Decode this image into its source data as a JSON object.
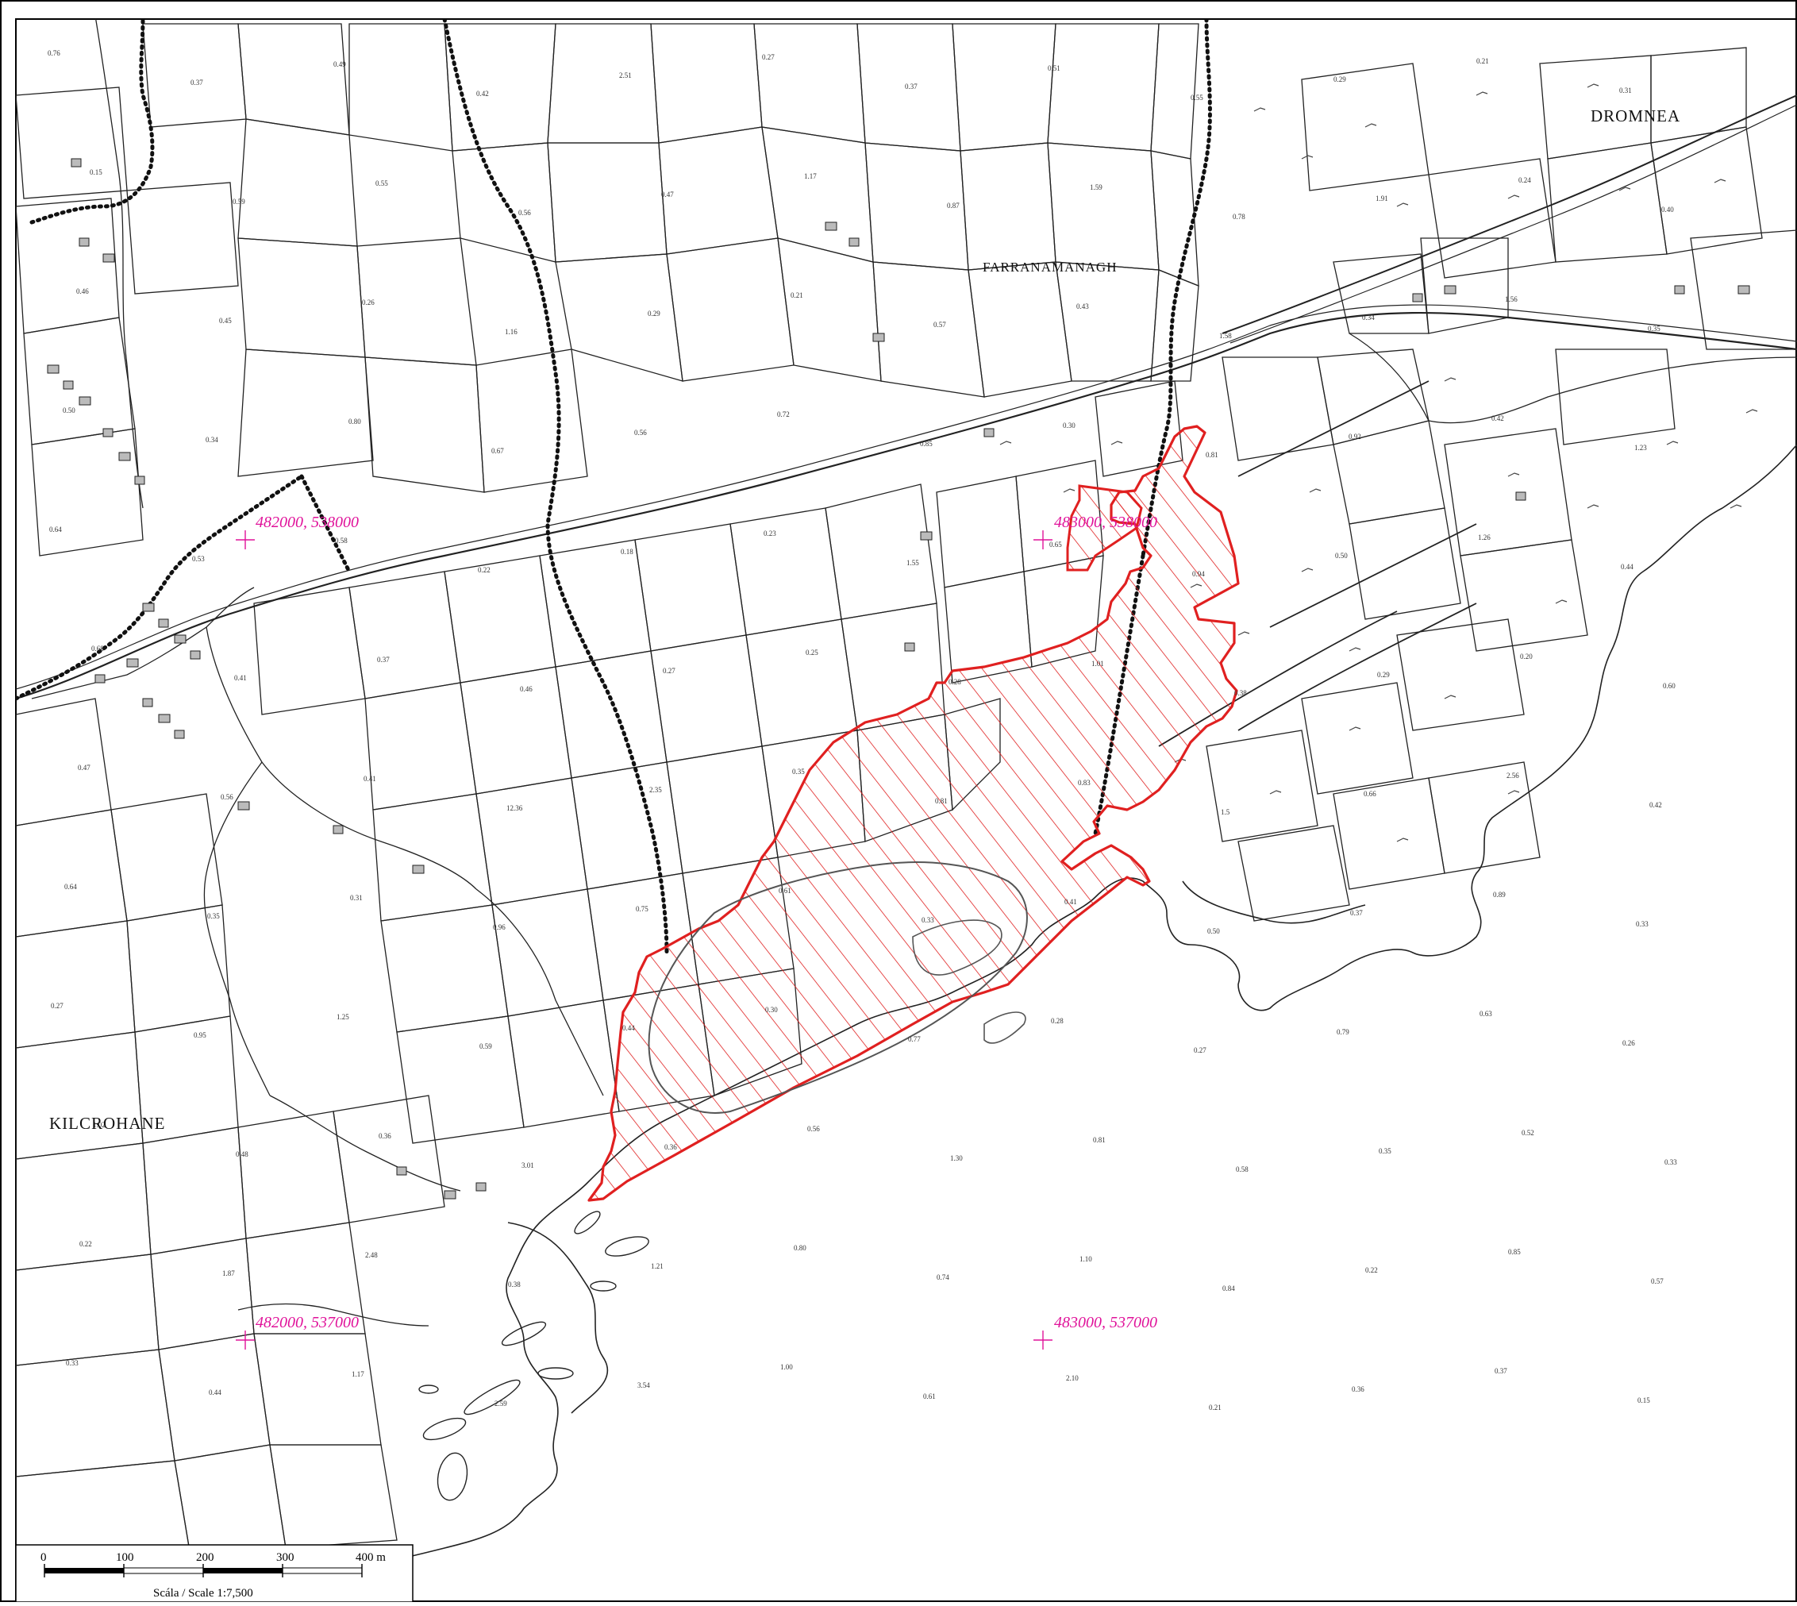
{
  "map": {
    "townlands": {
      "dromnea": "DROMNEA",
      "farranamanagh": "FARRANAMANAGH",
      "kilcrohane": "KILCROHANE"
    },
    "grid_labels": {
      "nw": "482000, 538000",
      "ne": "483000, 538000",
      "sw": "482000, 537000",
      "se": "483000, 537000"
    },
    "parcel_values": [
      "0.76",
      "0.37",
      "0.49",
      "0.42",
      "2.51",
      "0.27",
      "0.37",
      "0.51",
      "0.55",
      "0.29",
      "0.21",
      "0.31",
      "0.15",
      "0.59",
      "0.55",
      "0.56",
      "0.47",
      "1.17",
      "0.87",
      "1.59",
      "0.78",
      "1.91",
      "0.24",
      "0.40",
      "0.46",
      "0.45",
      "0.26",
      "1.16",
      "0.29",
      "0.21",
      "0.57",
      "0.43",
      "1.58",
      "0.34",
      "1.56",
      "0.35",
      "0.50",
      "0.34",
      "0.80",
      "0.67",
      "0.56",
      "0.72",
      "0.85",
      "0.30",
      "0.81",
      "0.92",
      "0.42",
      "1.23",
      "0.64",
      "0.53",
      "0.58",
      "0.22",
      "0.18",
      "0.23",
      "1.55",
      "0.65",
      "0.94",
      "0.50",
      "1.26",
      "0.44",
      "0.68",
      "0.41",
      "0.37",
      "0.46",
      "0.27",
      "0.25",
      "0.28",
      "1.01",
      "0.38",
      "0.29",
      "0.20",
      "0.60",
      "0.47",
      "0.56",
      "0.41",
      "12.36",
      "2.35",
      "0.35",
      "0.81",
      "0.83",
      "1.5",
      "0.66",
      "2.56",
      "0.42",
      "0.64",
      "0.35",
      "0.31",
      "0.96",
      "0.75",
      "0.61",
      "0.33",
      "0.41",
      "0.50",
      "0.37",
      "0.89",
      "0.33",
      "0.27",
      "0.95",
      "1.25",
      "0.59",
      "0.44",
      "0.30",
      "0.77",
      "0.28",
      "0.27",
      "0.79",
      "0.63",
      "0.26",
      "1.02",
      "0.48",
      "0.36",
      "3.01",
      "0.36",
      "0.56",
      "1.30",
      "0.81",
      "0.58",
      "0.35",
      "0.52",
      "0.33",
      "0.22",
      "1.87",
      "2.48",
      "0.38",
      "1.21",
      "0.80",
      "0.74",
      "1.10",
      "0.84",
      "0.22",
      "0.85",
      "0.57",
      "0.33",
      "0.44",
      "1.17",
      "2.59",
      "3.54",
      "1.00",
      "0.61",
      "2.10",
      "0.21",
      "0.36",
      "0.37",
      "0.15"
    ],
    "scale_bar": {
      "ticks": [
        "0",
        "100",
        "200",
        "300",
        "400 m"
      ],
      "caption": "Scála / Scale 1:7,500"
    },
    "colors": {
      "site_boundary": "#e02020",
      "grid_label": "#e0129a",
      "linework": "#222222"
    }
  }
}
